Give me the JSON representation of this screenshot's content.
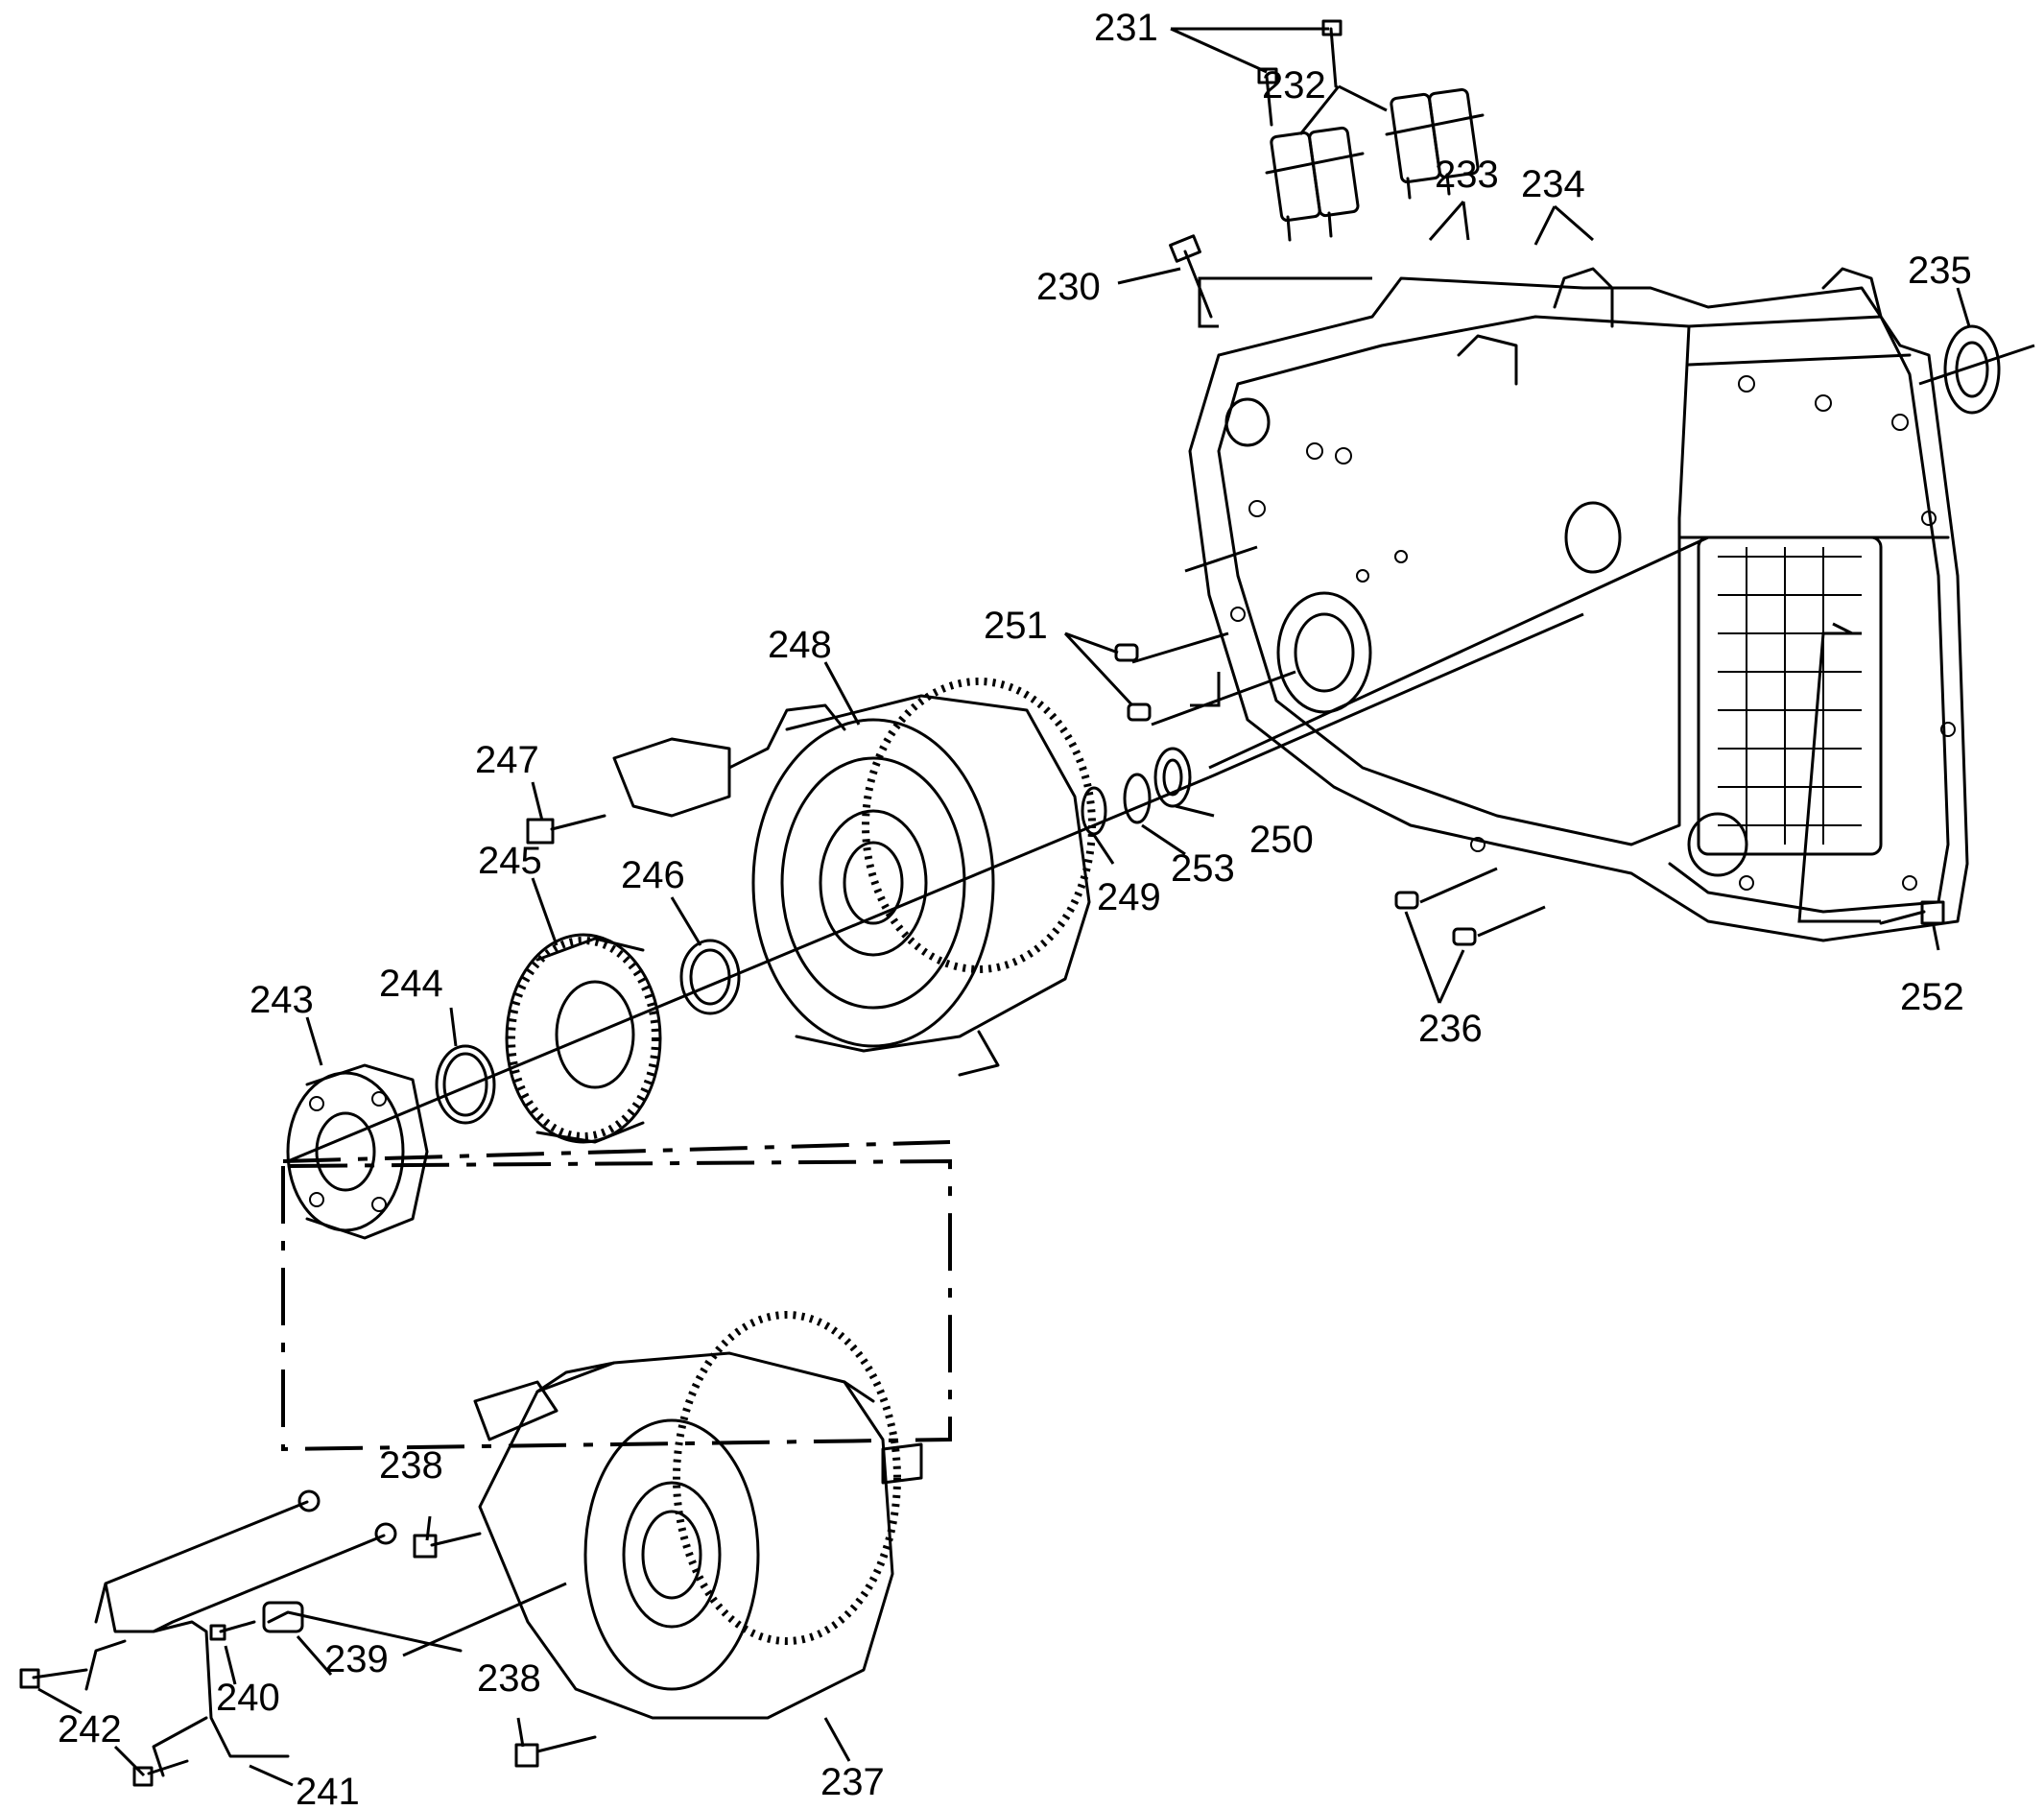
{
  "diagram": {
    "callouts": [
      {
        "id": "c230",
        "text": "230"
      },
      {
        "id": "c231",
        "text": "231"
      },
      {
        "id": "c232",
        "text": "232"
      },
      {
        "id": "c233",
        "text": "233"
      },
      {
        "id": "c234",
        "text": "234"
      },
      {
        "id": "c235",
        "text": "235"
      },
      {
        "id": "c236",
        "text": "236"
      },
      {
        "id": "c237",
        "text": "237"
      },
      {
        "id": "c238a",
        "text": "238"
      },
      {
        "id": "c238b",
        "text": "238"
      },
      {
        "id": "c239",
        "text": "239"
      },
      {
        "id": "c240",
        "text": "240"
      },
      {
        "id": "c241",
        "text": "241"
      },
      {
        "id": "c242",
        "text": "242"
      },
      {
        "id": "c243",
        "text": "243"
      },
      {
        "id": "c244",
        "text": "244"
      },
      {
        "id": "c245",
        "text": "245"
      },
      {
        "id": "c246",
        "text": "246"
      },
      {
        "id": "c247",
        "text": "247"
      },
      {
        "id": "c248",
        "text": "248"
      },
      {
        "id": "c249",
        "text": "249"
      },
      {
        "id": "c250",
        "text": "250"
      },
      {
        "id": "c251",
        "text": "251"
      },
      {
        "id": "c252",
        "text": "252"
      },
      {
        "id": "c253",
        "text": "253"
      }
    ]
  }
}
